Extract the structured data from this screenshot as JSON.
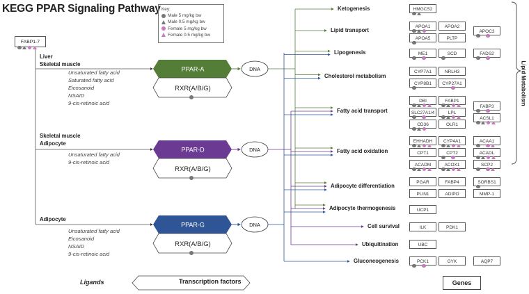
{
  "title": "KEGG PPAR Signaling Pathway",
  "colors": {
    "ppar_a": "#547d37",
    "ppar_d": "#6b3a93",
    "ppar_g": "#2f5597",
    "male_marker": "#777777",
    "female_marker": "#c47cbd"
  },
  "key": {
    "heading": "Key:",
    "items": [
      {
        "shape": "circle",
        "sex": "male",
        "label": "Male 5 mg/kg bw"
      },
      {
        "shape": "triangle",
        "sex": "male",
        "label": "Male 0.5 mg/kg bw"
      },
      {
        "shape": "circle",
        "sex": "female",
        "label": "Female 5 mg/kg bw"
      },
      {
        "shape": "triangle",
        "sex": "female",
        "label": "Female 0.5 mg/kg bw"
      }
    ]
  },
  "source_gene": {
    "label": "FABP1-7",
    "markers": [
      "mc",
      "mt",
      "fc",
      "ft"
    ]
  },
  "branches": [
    {
      "tissues": [
        "Liver",
        "Skeletal muscle"
      ],
      "ligands": [
        "Unsaturated fatty acid",
        "Saturated fatty acid",
        "Eicosanoid",
        "NSAID",
        "9-cis-retinoic acid"
      ],
      "ppar": "PPAR-A",
      "rxr": "RXR(A/B/G)",
      "dna": "DNA"
    },
    {
      "tissues": [
        "Skeletal muscle",
        "Adipocyte"
      ],
      "ligands": [
        "Unsaturated fatty acid",
        "9-cis-retinoic acid"
      ],
      "ppar": "PPAR-D",
      "rxr": "RXR(A/B/G)",
      "dna": "DNA"
    },
    {
      "tissues": [
        "Adipocyte"
      ],
      "ligands": [
        "Unsaturated fatty acid",
        "Eicosanoid",
        "NSAID",
        "9-cis-retinoic acid"
      ],
      "ppar": "PPAR-G",
      "rxr": "RXR(A/B/G)",
      "dna": "DNA"
    }
  ],
  "processes": [
    {
      "label": "Ketogenesis",
      "from": [
        "A"
      ]
    },
    {
      "label": "Lipid transport",
      "from": [
        "A"
      ]
    },
    {
      "label": "Lipogenesis",
      "from": [
        "A",
        "G"
      ]
    },
    {
      "label": "Cholesterol metabolism",
      "from": [
        "A",
        "G"
      ]
    },
    {
      "label": "Fatty acid transport",
      "from": [
        "A",
        "D",
        "G"
      ]
    },
    {
      "label": "Fatty acid oxidation",
      "from": [
        "A",
        "D",
        "G"
      ]
    },
    {
      "label": "Adipocyte differentiation",
      "from": [
        "A",
        "D",
        "G"
      ]
    },
    {
      "label": "Adipocyte thermogenesis",
      "from": [
        "A",
        "D",
        "G"
      ]
    },
    {
      "label": "Cell survival",
      "from": [
        "D"
      ]
    },
    {
      "label": "Ubiquitination",
      "from": [
        "D"
      ]
    },
    {
      "label": "Gluconeogenesis",
      "from": [
        "G"
      ]
    }
  ],
  "genes": [
    {
      "label": "HMGCS2",
      "markers": [
        "mc",
        "mt"
      ]
    },
    {
      "label": "APOA1",
      "markers": [
        "mc",
        "mt",
        "fc"
      ]
    },
    {
      "label": "APOA2",
      "markers": []
    },
    {
      "label": "APOC3",
      "markers": [
        "mc",
        "fc"
      ]
    },
    {
      "label": "APOA5",
      "markers": [
        "mc"
      ]
    },
    {
      "label": "PLTP",
      "markers": []
    },
    {
      "label": "ME1",
      "markers": [
        "mc",
        "fc"
      ]
    },
    {
      "label": "SCD",
      "markers": [
        "mc"
      ]
    },
    {
      "label": "FADS2",
      "markers": [
        "mc",
        "fc"
      ]
    },
    {
      "label": "CYP7A1",
      "markers": []
    },
    {
      "label": "NRLH3",
      "markers": []
    },
    {
      "label": "CYP8B1",
      "markers": [
        "mc"
      ]
    },
    {
      "label": "CYP27A1",
      "markers": [
        "fc"
      ]
    },
    {
      "label": "DBI",
      "markers": [
        "mc",
        "mt",
        "fc",
        "ft"
      ]
    },
    {
      "label": "FABP1",
      "markers": [
        "mc",
        "mt",
        "fc",
        "ft"
      ]
    },
    {
      "label": "FABP3",
      "markers": [
        "mc",
        "fc"
      ]
    },
    {
      "label": "SLC27A1/4",
      "markers": [
        "mc",
        "fc"
      ]
    },
    {
      "label": "LPL",
      "markers": [
        "mc",
        "mt",
        "fc",
        "ft"
      ]
    },
    {
      "label": "ACSL1",
      "markers": [
        "mc",
        "mt",
        "fc",
        "ft"
      ]
    },
    {
      "label": "CD36",
      "markers": [
        "mc",
        "mt",
        "fc"
      ]
    },
    {
      "label": "OLR1",
      "markers": []
    },
    {
      "label": "EHHADH",
      "markers": [
        "mc",
        "mt",
        "fc",
        "ft"
      ]
    },
    {
      "label": "CYP4A1",
      "markers": [
        "mc",
        "mt",
        "fc",
        "ft"
      ]
    },
    {
      "label": "ACAA1",
      "markers": [
        "mc",
        "fc",
        "ft"
      ]
    },
    {
      "label": "CPT1",
      "markers": []
    },
    {
      "label": "CPT2",
      "markers": [
        "mc",
        "fc"
      ]
    },
    {
      "label": "ACADL",
      "markers": [
        "mc",
        "mt",
        "fc",
        "ft"
      ]
    },
    {
      "label": "ACADM",
      "markers": [
        "mc",
        "mt",
        "fc",
        "ft"
      ]
    },
    {
      "label": "ACOX1",
      "markers": [
        "mc",
        "mt",
        "fc",
        "ft"
      ]
    },
    {
      "label": "SCP2",
      "markers": [
        "mc",
        "fc",
        "ft"
      ]
    },
    {
      "label": "PGAR",
      "markers": []
    },
    {
      "label": "FABP4",
      "markers": []
    },
    {
      "label": "SORBS1",
      "markers": [
        "mc"
      ]
    },
    {
      "label": "PLIN1",
      "markers": []
    },
    {
      "label": "ADIPO",
      "markers": []
    },
    {
      "label": "MMP-1",
      "markers": []
    },
    {
      "label": "UCP1",
      "markers": []
    },
    {
      "label": "ILK",
      "markers": []
    },
    {
      "label": "PDK1",
      "markers": []
    },
    {
      "label": "UBC",
      "markers": []
    },
    {
      "label": "PCK1",
      "markers": [
        "mc",
        "fc"
      ]
    },
    {
      "label": "GYK",
      "markers": []
    },
    {
      "label": "AQP7",
      "markers": []
    }
  ],
  "group_label": "Lipid Metabolism",
  "legend": {
    "ligands": "Ligands",
    "transcription_factors": "Transcription factors",
    "genes": "Genes"
  }
}
